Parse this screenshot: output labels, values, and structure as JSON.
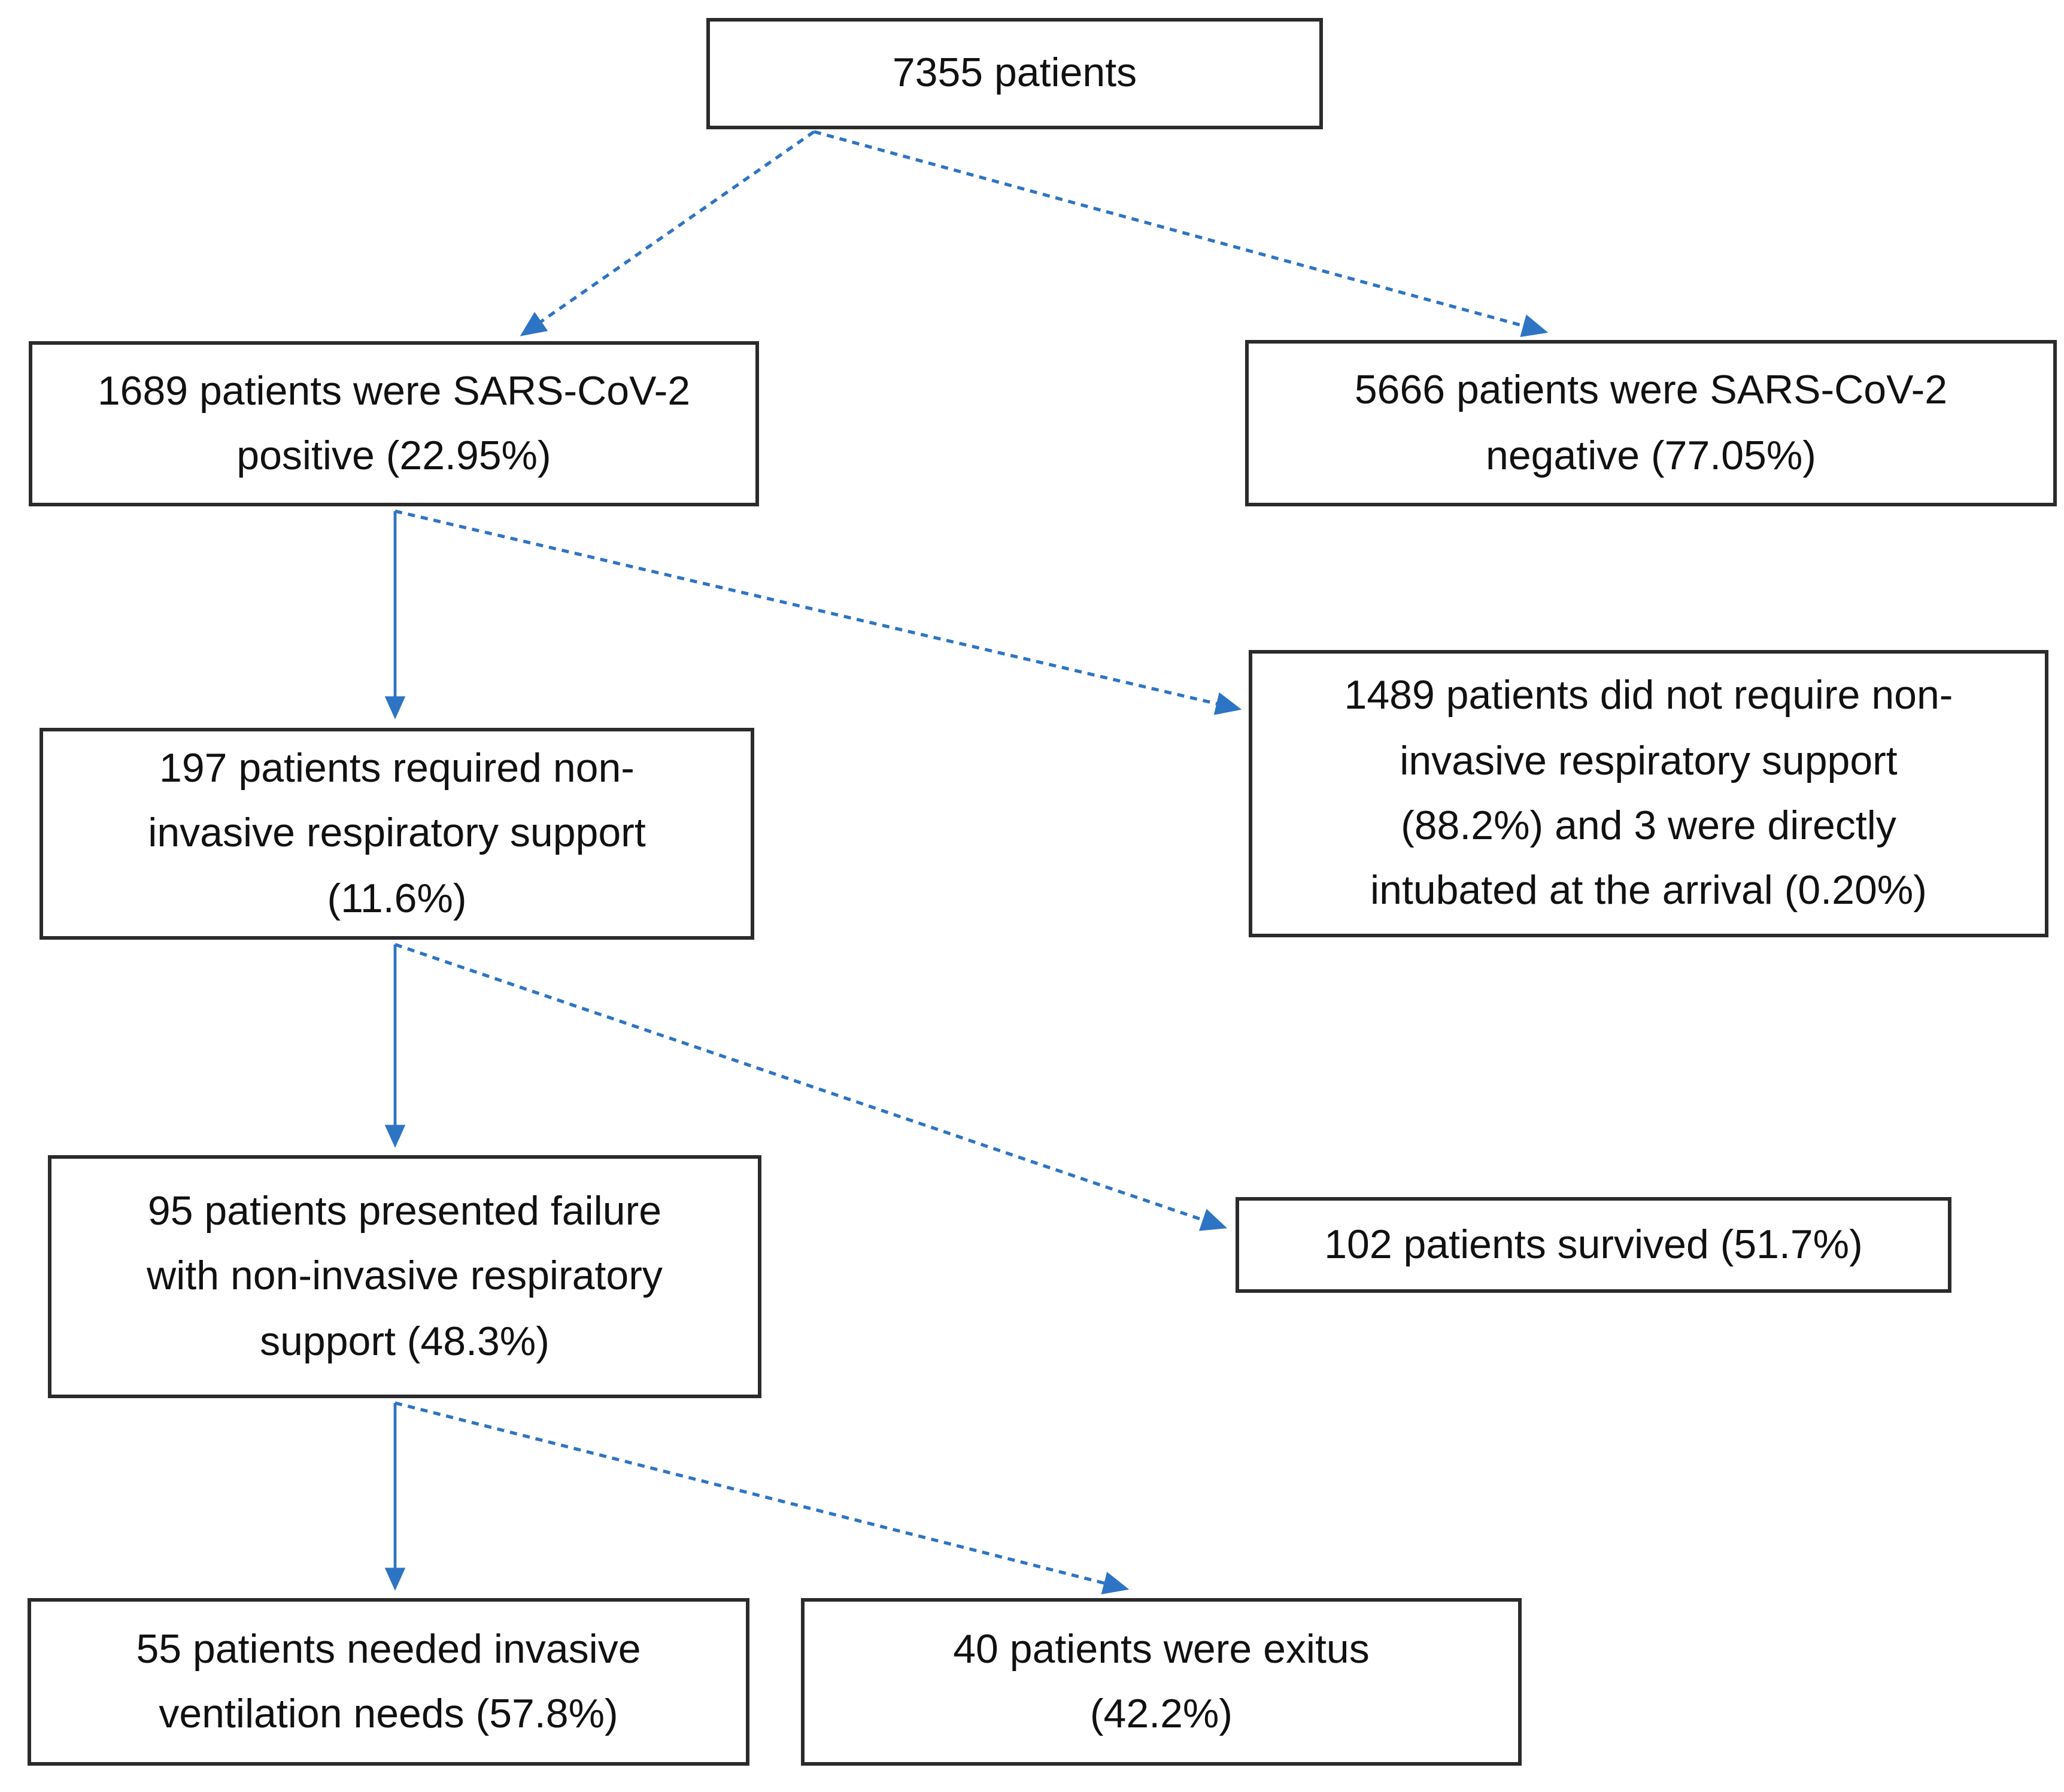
{
  "colors": {
    "arrow": "#2E74C4",
    "node_border": "#2B2B2B",
    "node_background": "#FFFFFF",
    "text": "#111111",
    "page_background": "#FFFFFF"
  },
  "nodes": {
    "total": {
      "text": "7355 patients"
    },
    "positive": {
      "text": "1689 patients were SARS-CoV-2\npositive (22.95%)"
    },
    "negative": {
      "text": "5666 patients were SARS-CoV-2\nnegative (77.05%)"
    },
    "niv_required": {
      "text": "197 patients required non-\ninvasive respiratory support\n(11.6%)"
    },
    "no_niv_required": {
      "text": "1489 patients did not require non-\ninvasive respiratory support\n(88.2%) and 3 were directly\nintubated at the arrival (0.20%)"
    },
    "niv_failure": {
      "text": "95 patients presented failure\nwith non-invasive respiratory\nsupport (48.3%)"
    },
    "survived": {
      "text": "102 patients survived (51.7%)"
    },
    "invasive_ventilation": {
      "text": "55 patients needed invasive\nventilation needs (57.8%)"
    },
    "exitus": {
      "text": "40 patients were exitus\n(42.2%)"
    }
  },
  "edges": [
    {
      "from": "total",
      "to": "positive",
      "style": "dashed-arrow"
    },
    {
      "from": "total",
      "to": "negative",
      "style": "dashed-arrow"
    },
    {
      "from": "positive",
      "to": "niv_required",
      "style": "solid-arrow"
    },
    {
      "from": "positive",
      "to": "no_niv_required",
      "style": "dashed-arrow"
    },
    {
      "from": "niv_required",
      "to": "niv_failure",
      "style": "solid-arrow"
    },
    {
      "from": "niv_required",
      "to": "survived",
      "style": "dashed-arrow"
    },
    {
      "from": "niv_failure",
      "to": "invasive_ventilation",
      "style": "solid-arrow"
    },
    {
      "from": "niv_failure",
      "to": "exitus",
      "style": "dashed-arrow"
    }
  ]
}
